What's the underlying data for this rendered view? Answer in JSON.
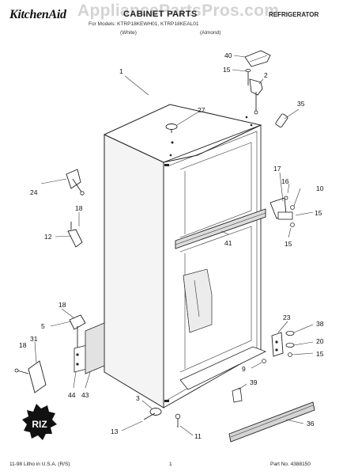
{
  "header": {
    "brand": "KitchenAid",
    "section_title": "CABINET PARTS",
    "appliance_type": "REFRIGERATOR",
    "model_line": "For Models: KTRP18KEWH01, KTRP18KEAL01",
    "variant_white": "(White)",
    "variant_almond": "(Almond)"
  },
  "watermark": "AppliancePartsPros.com",
  "seal_text": "RIZ",
  "callouts": {
    "c1": "1",
    "c2": "2",
    "c5": "5",
    "c9": "9",
    "c10": "10",
    "c11": "11",
    "c12": "12",
    "c13": "13",
    "c15a": "15",
    "c15b": "15",
    "c15c": "15",
    "c15d": "15",
    "c16": "16",
    "c17": "17",
    "c18a": "18",
    "c18b": "18",
    "c18c": "18",
    "c20": "20",
    "c23": "23",
    "c24": "24",
    "c27": "27",
    "c31": "31",
    "c35": "35",
    "c36": "36",
    "c38": "38",
    "c39": "39",
    "c40": "40",
    "c41": "41",
    "c43": "43",
    "c44": "44"
  },
  "footer": {
    "litho": "11-98 Litho in U.S.A. (R/S)",
    "page": "1",
    "part_no": "Part No. 4388150"
  }
}
